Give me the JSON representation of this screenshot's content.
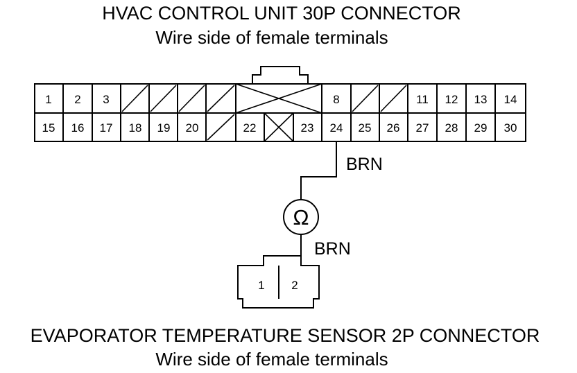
{
  "connector_top": {
    "title": "HVAC CONTROL UNIT 30P CONNECTOR",
    "subtitle": "Wire side of female terminals",
    "row1": [
      "1",
      "2",
      "3",
      "",
      "",
      "",
      "",
      "",
      "",
      "8",
      "",
      "",
      "11",
      "12",
      "13",
      "14"
    ],
    "row2": [
      "15",
      "16",
      "17",
      "18",
      "19",
      "20",
      "",
      "22",
      "",
      "23",
      "24",
      "25",
      "26",
      "27",
      "28",
      "29",
      "30"
    ]
  },
  "wires": {
    "upper_label": "BRN",
    "lower_label": "BRN"
  },
  "meter_symbol": "Ω",
  "connector_bottom": {
    "title": "EVAPORATOR TEMPERATURE SENSOR 2P CONNECTOR",
    "subtitle": "Wire side of female terminals",
    "pins": [
      "1",
      "2"
    ]
  }
}
